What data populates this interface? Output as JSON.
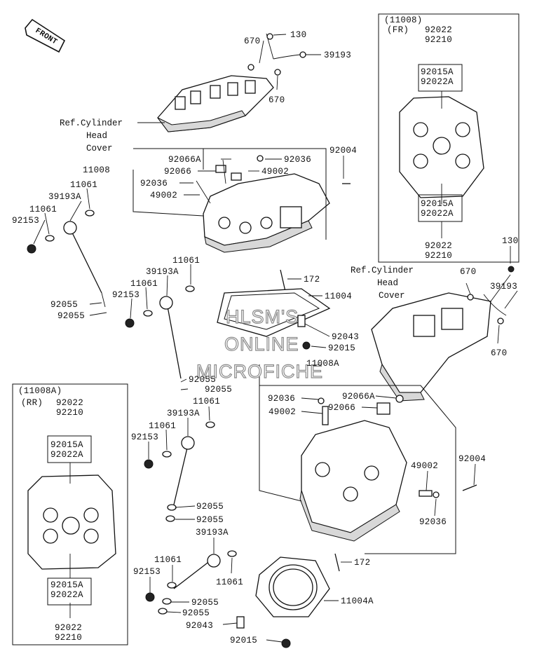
{
  "front_badge": "FRONT",
  "inset_fr": {
    "title": "(11008)",
    "sub": "(FR)",
    "top1": "92022",
    "top2": "92210",
    "mid1": "92015A",
    "mid2": "92022A",
    "low1": "92015A",
    "low2": "92022A",
    "bot1": "92022",
    "bot2": "92210"
  },
  "inset_rr": {
    "title": "(11008A)",
    "sub": "(RR)",
    "top1": "92022",
    "top2": "92210",
    "mid1": "92015A",
    "mid2": "92022A",
    "low1": "92015A",
    "low2": "92022A",
    "bot1": "92022",
    "bot2": "92210"
  },
  "refs": {
    "ref1_l1": "Ref.Cylinder",
    "ref1_l2": "Head",
    "ref1_l3": "Cover",
    "ref2_l1": "Ref.Cylinder",
    "ref2_l2": "Head",
    "ref2_l3": "Cover"
  },
  "labels": {
    "p670a": "670",
    "p130a": "130",
    "p39193a": "39193",
    "p670b": "670",
    "p92066A_a": "92066A",
    "p92036_a": "92036",
    "p92004_a": "92004",
    "p11008": "11008",
    "p92066_a": "92066",
    "p49002_a": "49002",
    "p92036_b": "92036",
    "p49002_b": "49002",
    "p11061_a": "11061",
    "p39193A_a": "39193A",
    "p11061_b": "11061",
    "p92153_a": "92153",
    "p11061_c": "11061",
    "p39193A_b": "39193A",
    "p11061_d": "11061",
    "p92153_b": "92153",
    "p92055_a": "92055",
    "p92055_b": "92055",
    "p172_a": "172",
    "p11004": "11004",
    "p92043_a": "92043",
    "p92015_a": "92015",
    "p11008A": "11008A",
    "p92036_c": "92036",
    "p92066A_b": "92066A",
    "p92066_b": "92066",
    "p49002_c": "49002",
    "p130b": "130",
    "p670c": "670",
    "p39193b": "39193",
    "p670d": "670",
    "p92055_c": "92055",
    "p92055_d": "92055",
    "p11061_e": "11061",
    "p39193A_c": "39193A",
    "p11061_f": "11061",
    "p92153_c": "92153",
    "p92055_e": "92055",
    "p92055_f": "92055",
    "p92004_b": "92004",
    "p49002_d": "49002",
    "p92036_d": "92036",
    "p39193A_d": "39193A",
    "p11061_g": "11061",
    "p92153_d": "92153",
    "p11061_h": "11061",
    "p172_b": "172",
    "p92055_g": "92055",
    "p92055_h": "92055",
    "p11004A": "11004A",
    "p92043_b": "92043",
    "p92015_b": "92015"
  },
  "watermark": {
    "line1": "HLSM'S",
    "line2": "ONLINE",
    "line3": "MICROFICHE"
  }
}
